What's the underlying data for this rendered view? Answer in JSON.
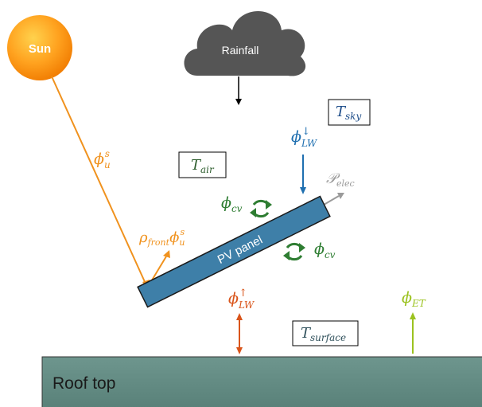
{
  "labels": {
    "sun": "Sun",
    "rainfall": "Rainfall",
    "panel": "PV panel",
    "roof": "Roof top"
  },
  "symbols": {
    "phi": "ϕ",
    "down_arrow": "↓",
    "up_arrow": "↑",
    "rho": "ρ",
    "p_elec": "𝒫",
    "sub_u": "u",
    "sup_s": "s",
    "sub_lw": "LW",
    "sub_cv": "cv",
    "sub_et": "ET",
    "sub_front": "front",
    "sub_elec": "elec",
    "t": "T",
    "sub_air": "air",
    "sub_sky": "sky",
    "sub_surface": "surface"
  },
  "colors": {
    "sun_orange": "#F0921E",
    "sky_blue": "#1F6FB0",
    "cv_green": "#2E7D32",
    "lw_up_red": "#D9541A",
    "et_green": "#9BC21F",
    "elec_grey": "#9A9A9A",
    "panel_fill": "#3E7FA8",
    "roof_fill": "#5E8B82",
    "cloud_fill": "#555555"
  }
}
